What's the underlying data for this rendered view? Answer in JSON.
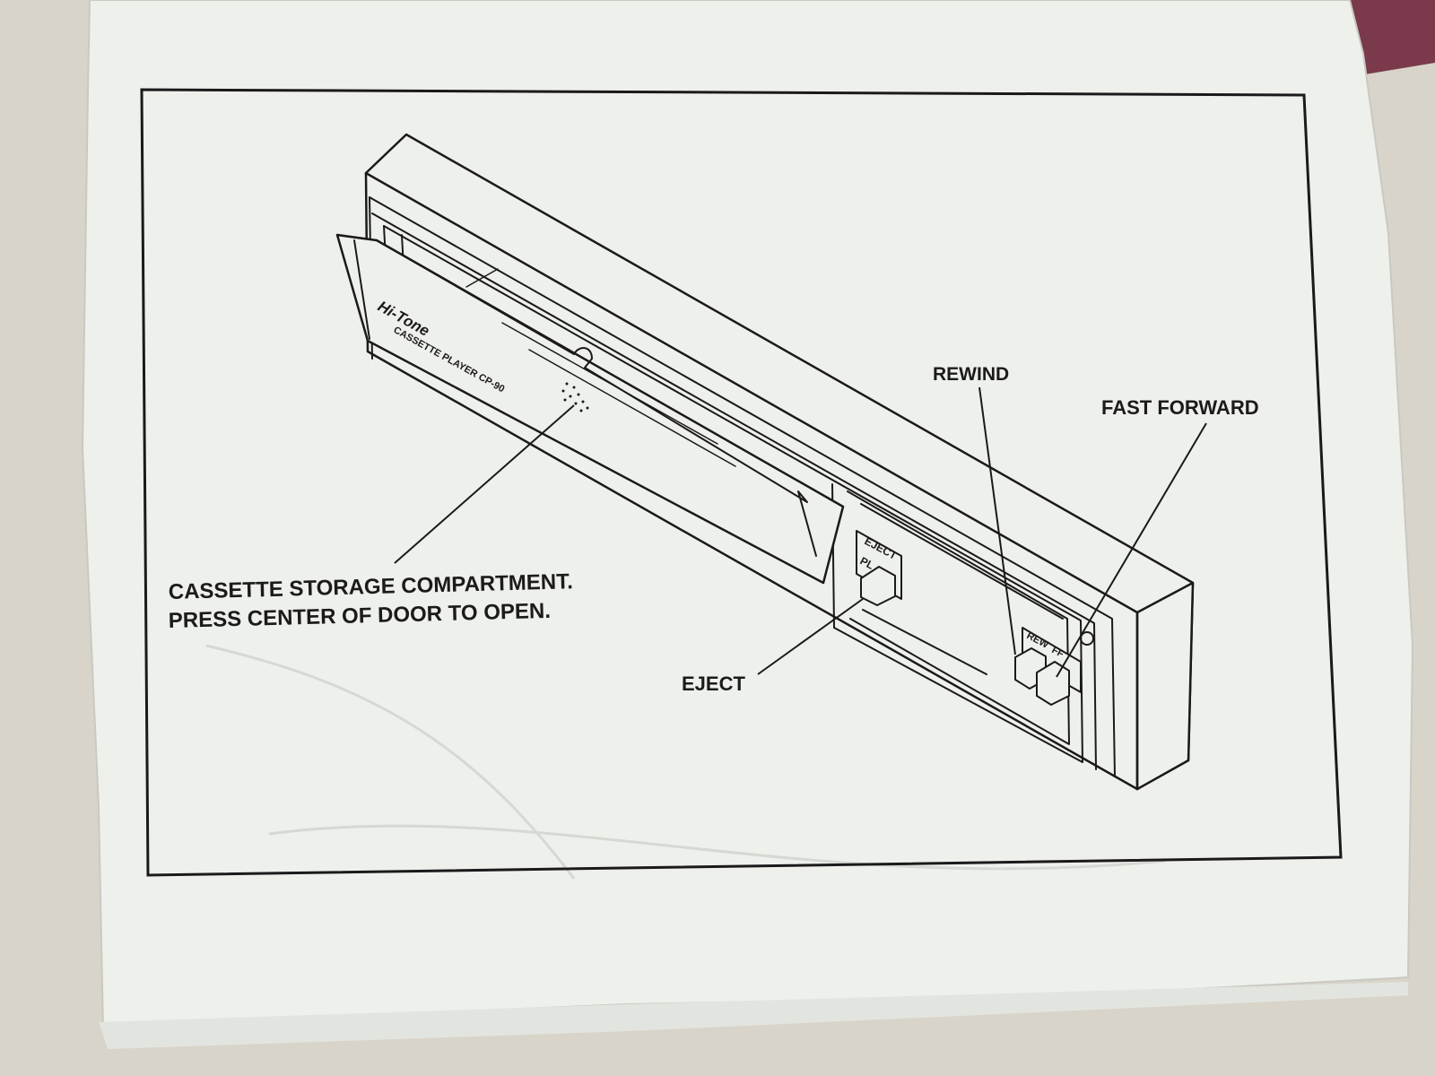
{
  "colors": {
    "background": "#d9d4c9",
    "maroon_corner": "#7a3a4c",
    "paper": "#eef0ec",
    "ink": "#1a1a1a"
  },
  "device": {
    "brand_logo": "Hi-Tone",
    "model_text": "CASSETTE PLAYER CP-90",
    "eject_button_label": "EJECT",
    "play_button_label": "PL",
    "rew_button_label": "REW",
    "ff_button_label": "FF"
  },
  "callouts": {
    "storage_line1": "CASSETTE STORAGE COMPARTMENT.",
    "storage_line2": "PRESS CENTER OF DOOR TO OPEN.",
    "rewind": "REWIND",
    "fast_forward": "FAST FORWARD",
    "eject": "EJECT"
  }
}
